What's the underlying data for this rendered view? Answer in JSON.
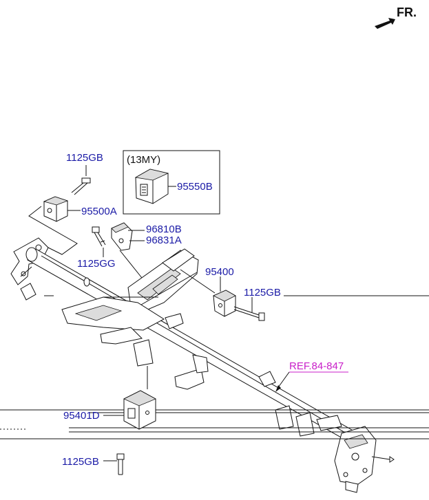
{
  "direction": {
    "label": "FR."
  },
  "box": {
    "title": "(13MY)"
  },
  "labels": {
    "p1125gb_top": "1125GB",
    "p95500a": "95500A",
    "p95550b": "95550B",
    "p96810b": "96810B",
    "p96831a": "96831A",
    "p1125gg": "1125GG",
    "p95400": "95400",
    "p1125gb_right": "1125GB",
    "ref": "REF.84-847",
    "p95401d": "95401D",
    "p1125gb_bottom": "1125GB"
  },
  "colors": {
    "label": "#1a1aa6",
    "ref": "#c81ec8",
    "line": "#111111"
  }
}
